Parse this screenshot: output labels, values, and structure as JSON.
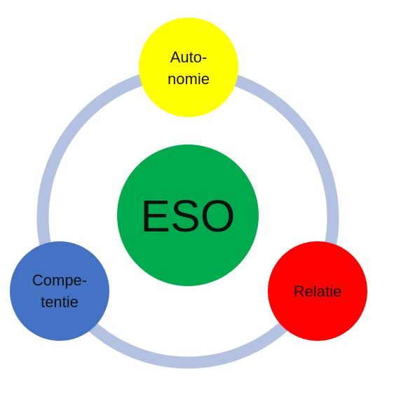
{
  "diagram": {
    "center": {
      "label": "ESO",
      "color": "#00ab4e"
    },
    "ring_color": "#b4c2e2",
    "nodes": {
      "autonomie": {
        "label_line1": "Auto-",
        "label_line2": "nomie",
        "color": "#ffff00"
      },
      "competentie": {
        "label_line1": "Compe-",
        "label_line2": "tentie",
        "color": "#4472c4"
      },
      "relatie": {
        "label": "Relatie",
        "color": "#ff0000"
      }
    }
  }
}
